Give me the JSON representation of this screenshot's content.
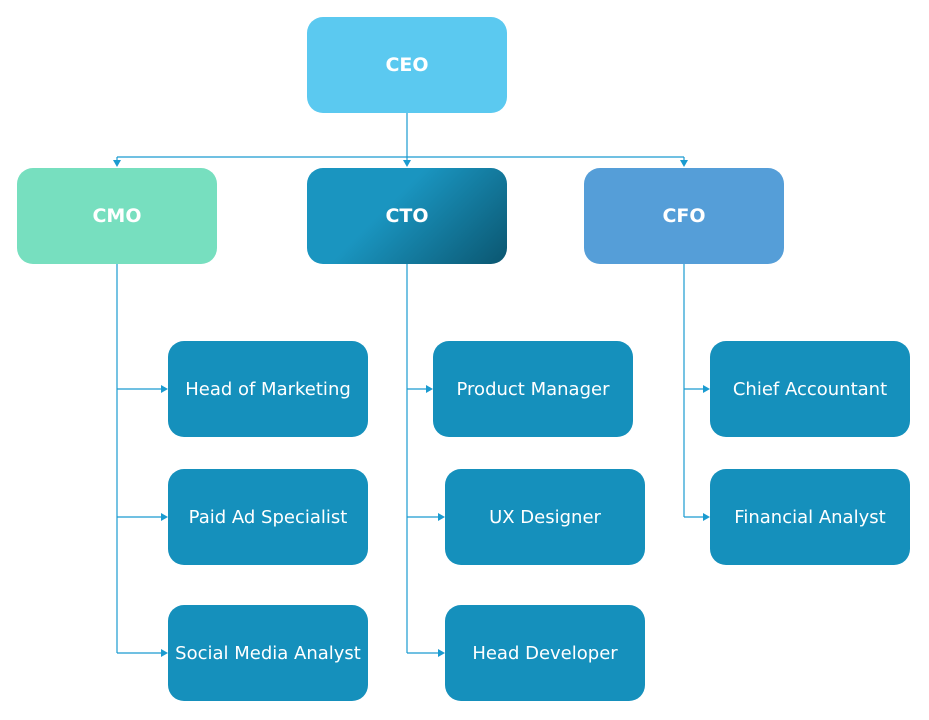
{
  "colors": {
    "ceo": "#5BC9F0",
    "cmo": "#77DFBF",
    "cto_start": "#1A95C0",
    "cto_end": "#0B5670",
    "cfo": "#559ED8",
    "staff": "#1590BC",
    "connector": "#1A9BD0"
  },
  "nodes": {
    "ceo": "CEO",
    "cmo": "CMO",
    "cto": "CTO",
    "cfo": "CFO",
    "cmo_reports": [
      "Head of Marketing",
      "Paid Ad Specialist",
      "Social Media Analyst"
    ],
    "cto_reports": [
      "Product Manager",
      "UX Designer",
      "Head Developer"
    ],
    "cfo_reports": [
      "Chief Accountant",
      "Financial Analyst"
    ]
  }
}
